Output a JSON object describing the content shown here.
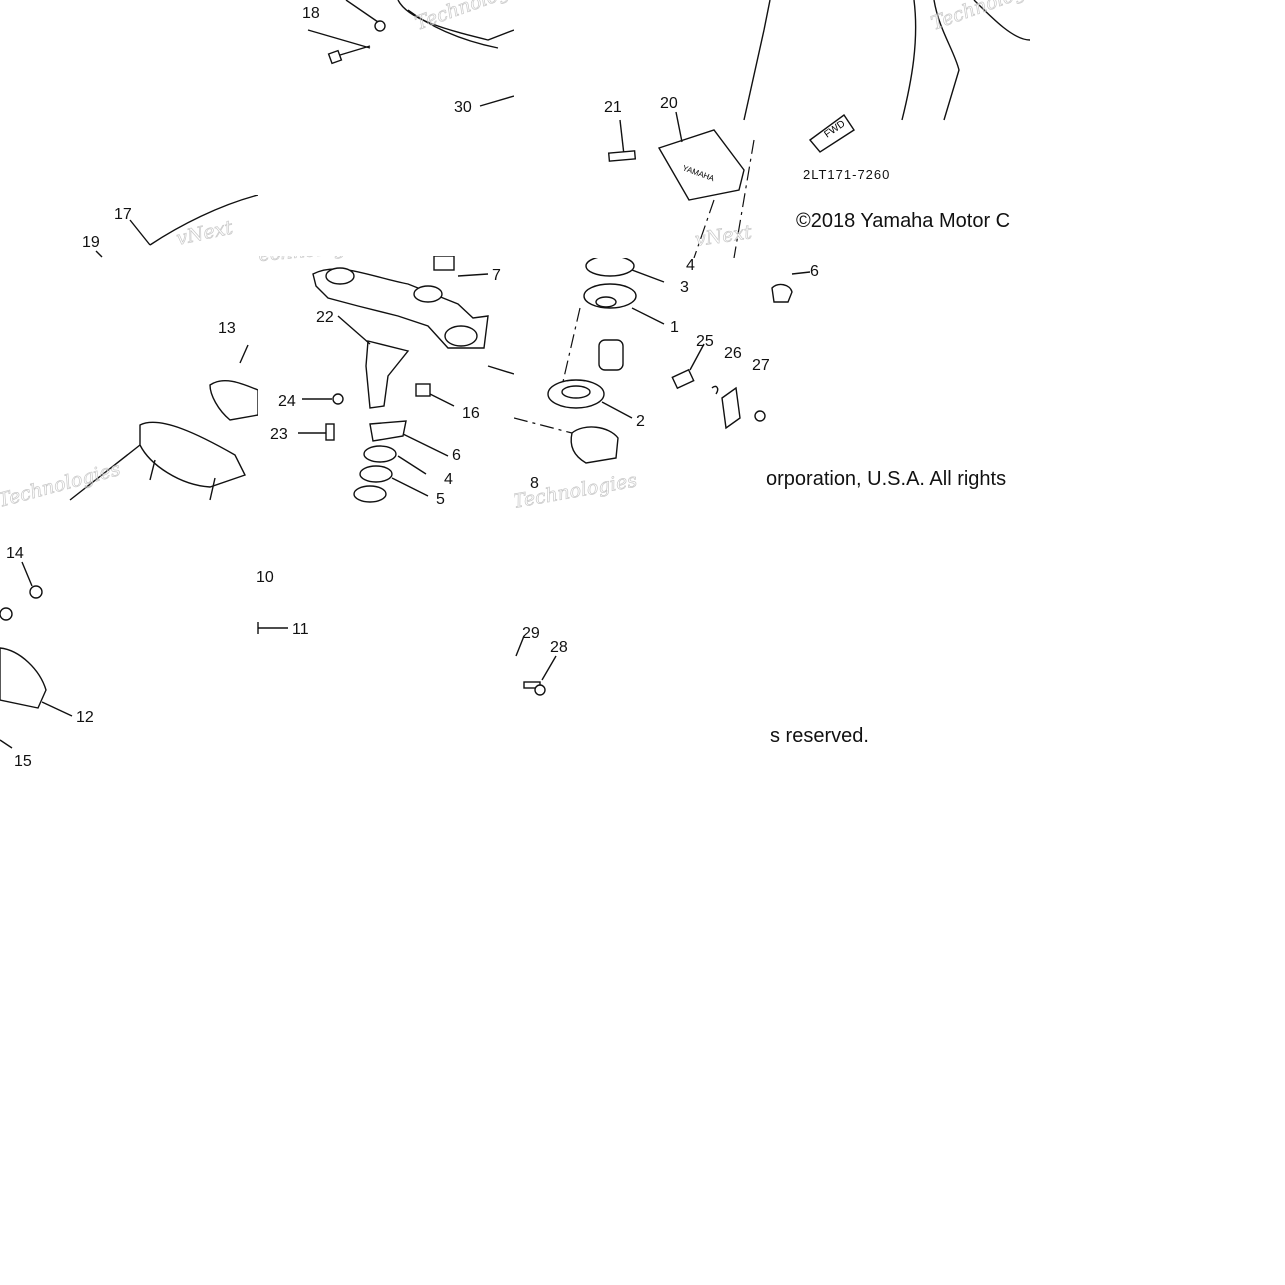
{
  "diagram": {
    "part_code": "2LT171-7260",
    "fwd_label": "FWD",
    "brand_on_part": "YAMAHA",
    "copyright_line1": "©2018 Yamaha Motor C",
    "copyright_line2": "orporation, U.S.A. All rights",
    "copyright_line3": "s reserved.",
    "watermark_a": "vNext",
    "watermark_b": "Technologies",
    "callouts": {
      "c1": "1",
      "c2": "2",
      "c3": "3",
      "c4a": "4",
      "c4b": "4",
      "c5": "5",
      "c6a": "6",
      "c6b": "6",
      "c7": "7",
      "c8": "8",
      "c10": "10",
      "c11": "11",
      "c12": "12",
      "c13": "13",
      "c14": "14",
      "c15": "15",
      "c16": "16",
      "c17": "17",
      "c18": "18",
      "c19": "19",
      "c20": "20",
      "c21": "21",
      "c22": "22",
      "c23": "23",
      "c24": "24",
      "c25": "25",
      "c26": "26",
      "c27": "27",
      "c28": "28",
      "c29": "29",
      "c30": "30"
    }
  }
}
